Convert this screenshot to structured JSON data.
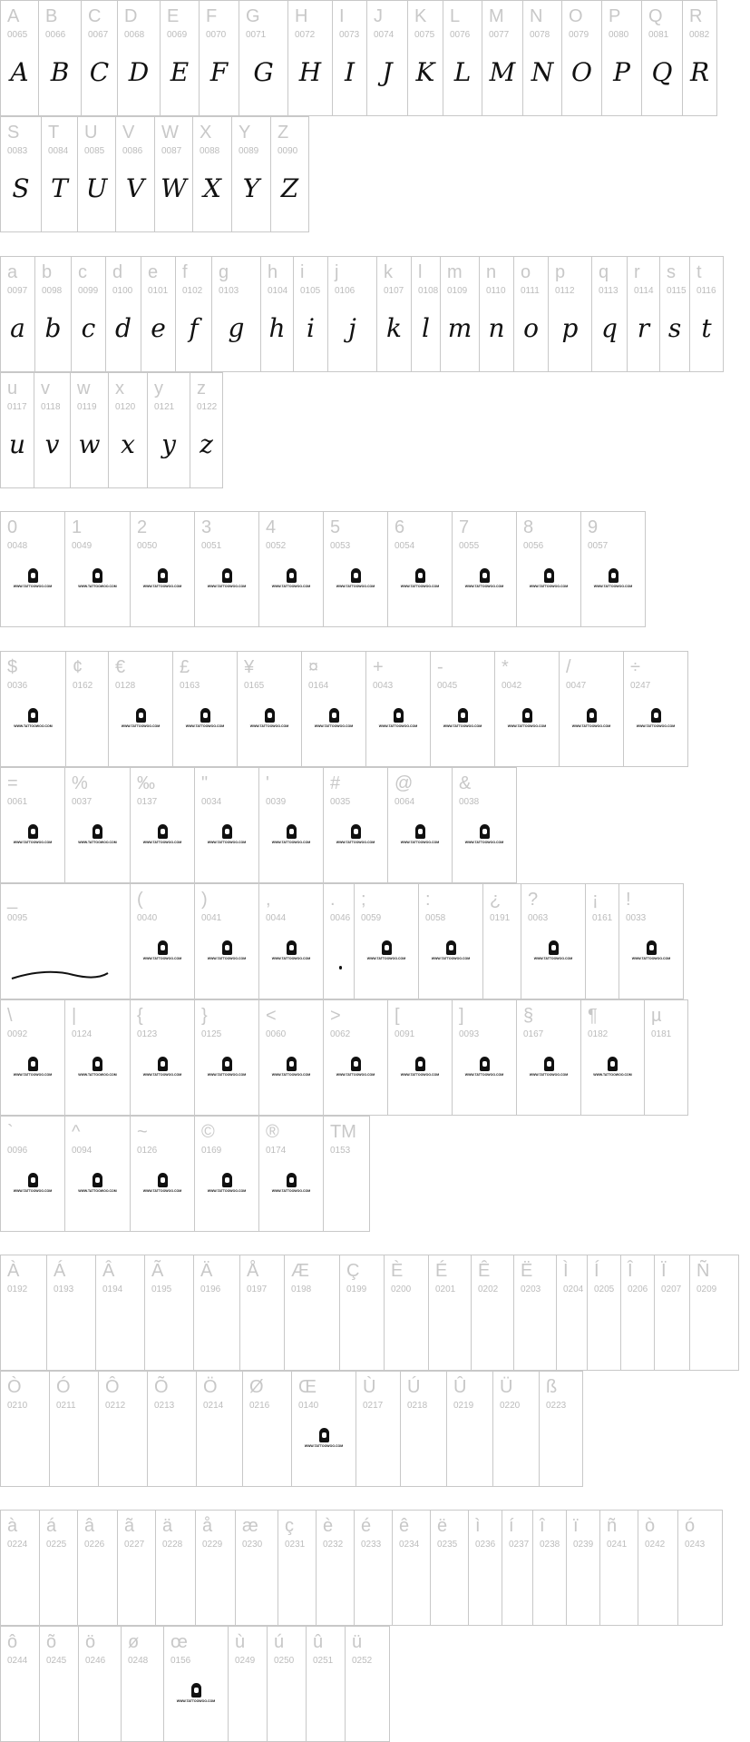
{
  "logo_text": "WWW.TATTOOWOO.COM",
  "groups": [
    {
      "rows": [
        {
          "cells": [
            {
              "c": "A",
              "n": "0065",
              "g": "letter"
            },
            {
              "c": "B",
              "n": "0066",
              "g": "letter"
            },
            {
              "c": "C",
              "n": "0067",
              "g": "letter"
            },
            {
              "c": "D",
              "n": "0068",
              "g": "letter"
            },
            {
              "c": "E",
              "n": "0069",
              "g": "letter"
            },
            {
              "c": "F",
              "n": "0070",
              "g": "letter"
            },
            {
              "c": "G",
              "n": "0071",
              "g": "letter"
            },
            {
              "c": "H",
              "n": "0072",
              "g": "letter"
            },
            {
              "c": "I",
              "n": "0073",
              "g": "letter"
            },
            {
              "c": "J",
              "n": "0074",
              "g": "letter"
            },
            {
              "c": "K",
              "n": "0075",
              "g": "letter"
            },
            {
              "c": "L",
              "n": "0076",
              "g": "letter"
            },
            {
              "c": "M",
              "n": "0077",
              "g": "letter"
            },
            {
              "c": "N",
              "n": "0078",
              "g": "letter"
            },
            {
              "c": "O",
              "n": "0079",
              "g": "letter"
            },
            {
              "c": "P",
              "n": "0080",
              "g": "letter"
            },
            {
              "c": "Q",
              "n": "0081",
              "g": "letter"
            },
            {
              "c": "R",
              "n": "0082",
              "g": "letter"
            }
          ]
        },
        {
          "cells": [
            {
              "c": "S",
              "n": "0083",
              "g": "letter"
            },
            {
              "c": "T",
              "n": "0084",
              "g": "letter"
            },
            {
              "c": "U",
              "n": "0085",
              "g": "letter"
            },
            {
              "c": "V",
              "n": "0086",
              "g": "letter"
            },
            {
              "c": "W",
              "n": "0087",
              "g": "letter"
            },
            {
              "c": "X",
              "n": "0088",
              "g": "letter"
            },
            {
              "c": "Y",
              "n": "0089",
              "g": "letter"
            },
            {
              "c": "Z",
              "n": "0090",
              "g": "letter"
            }
          ]
        }
      ]
    },
    {
      "rows": [
        {
          "cells": [
            {
              "c": "a",
              "n": "0097",
              "g": "letter"
            },
            {
              "c": "b",
              "n": "0098",
              "g": "letter"
            },
            {
              "c": "c",
              "n": "0099",
              "g": "letter"
            },
            {
              "c": "d",
              "n": "0100",
              "g": "letter"
            },
            {
              "c": "e",
              "n": "0101",
              "g": "letter"
            },
            {
              "c": "f",
              "n": "0102",
              "g": "letter"
            },
            {
              "c": "g",
              "n": "0103",
              "g": "letter"
            },
            {
              "c": "h",
              "n": "0104",
              "g": "letter"
            },
            {
              "c": "i",
              "n": "0105",
              "g": "letter"
            },
            {
              "c": "j",
              "n": "0106",
              "g": "letter"
            },
            {
              "c": "k",
              "n": "0107",
              "g": "letter"
            },
            {
              "c": "l",
              "n": "0108",
              "g": "letter"
            },
            {
              "c": "m",
              "n": "0109",
              "g": "letter"
            },
            {
              "c": "n",
              "n": "0110",
              "g": "letter"
            },
            {
              "c": "o",
              "n": "0111",
              "g": "letter"
            },
            {
              "c": "p",
              "n": "0112",
              "g": "letter"
            },
            {
              "c": "q",
              "n": "0113",
              "g": "letter"
            },
            {
              "c": "r",
              "n": "0114",
              "g": "letter"
            },
            {
              "c": "s",
              "n": "0115",
              "g": "letter"
            },
            {
              "c": "t",
              "n": "0116",
              "g": "letter"
            }
          ]
        },
        {
          "cells": [
            {
              "c": "u",
              "n": "0117",
              "g": "letter"
            },
            {
              "c": "v",
              "n": "0118",
              "g": "letter"
            },
            {
              "c": "w",
              "n": "0119",
              "g": "letter"
            },
            {
              "c": "x",
              "n": "0120",
              "g": "letter"
            },
            {
              "c": "y",
              "n": "0121",
              "g": "letter"
            },
            {
              "c": "z",
              "n": "0122",
              "g": "letter"
            }
          ]
        }
      ]
    },
    {
      "rows": [
        {
          "cells": [
            {
              "c": "0",
              "n": "0048",
              "g": "logo"
            },
            {
              "c": "1",
              "n": "0049",
              "g": "logo"
            },
            {
              "c": "2",
              "n": "0050",
              "g": "logo"
            },
            {
              "c": "3",
              "n": "0051",
              "g": "logo"
            },
            {
              "c": "4",
              "n": "0052",
              "g": "logo"
            },
            {
              "c": "5",
              "n": "0053",
              "g": "logo"
            },
            {
              "c": "6",
              "n": "0054",
              "g": "logo"
            },
            {
              "c": "7",
              "n": "0055",
              "g": "logo"
            },
            {
              "c": "8",
              "n": "0056",
              "g": "logo"
            },
            {
              "c": "9",
              "n": "0057",
              "g": "logo"
            }
          ]
        }
      ]
    },
    {
      "rows": [
        {
          "cells": [
            {
              "c": "$",
              "n": "0036",
              "g": "logo"
            },
            {
              "c": "¢",
              "n": "0162",
              "g": "none"
            },
            {
              "c": "€",
              "n": "0128",
              "g": "logo"
            },
            {
              "c": "£",
              "n": "0163",
              "g": "logo"
            },
            {
              "c": "¥",
              "n": "0165",
              "g": "logo"
            },
            {
              "c": "¤",
              "n": "0164",
              "g": "logo"
            },
            {
              "c": "+",
              "n": "0043",
              "g": "logo"
            },
            {
              "c": "-",
              "n": "0045",
              "g": "logo"
            },
            {
              "c": "*",
              "n": "0042",
              "g": "logo"
            },
            {
              "c": "/",
              "n": "0047",
              "g": "logo"
            },
            {
              "c": "÷",
              "n": "0247",
              "g": "logo"
            }
          ]
        },
        {
          "cells": [
            {
              "c": "=",
              "n": "0061",
              "g": "logo"
            },
            {
              "c": "%",
              "n": "0037",
              "g": "logo"
            },
            {
              "c": "‰",
              "n": "0137",
              "g": "logo"
            },
            {
              "c": "\"",
              "n": "0034",
              "g": "logo"
            },
            {
              "c": "'",
              "n": "0039",
              "g": "logo"
            },
            {
              "c": "#",
              "n": "0035",
              "g": "logo"
            },
            {
              "c": "@",
              "n": "0064",
              "g": "logo"
            },
            {
              "c": "&",
              "n": "0038",
              "g": "logo"
            }
          ]
        },
        {
          "cells": [
            {
              "c": "_",
              "n": "0095",
              "g": "swash"
            },
            {
              "c": "(",
              "n": "0040",
              "g": "logo"
            },
            {
              "c": ")",
              "n": "0041",
              "g": "logo"
            },
            {
              "c": ",",
              "n": "0044",
              "g": "logo"
            },
            {
              "c": ".",
              "n": "0046",
              "g": "dot"
            },
            {
              "c": ";",
              "n": "0059",
              "g": "logo"
            },
            {
              "c": ":",
              "n": "0058",
              "g": "logo"
            },
            {
              "c": "¿",
              "n": "0191",
              "g": "none"
            },
            {
              "c": "?",
              "n": "0063",
              "g": "logo"
            },
            {
              "c": "¡",
              "n": "0161",
              "g": "none"
            },
            {
              "c": "!",
              "n": "0033",
              "g": "logo"
            }
          ]
        },
        {
          "cells": [
            {
              "c": "\\",
              "n": "0092",
              "g": "logo"
            },
            {
              "c": "|",
              "n": "0124",
              "g": "logo"
            },
            {
              "c": "{",
              "n": "0123",
              "g": "logo"
            },
            {
              "c": "}",
              "n": "0125",
              "g": "logo"
            },
            {
              "c": "<",
              "n": "0060",
              "g": "logo"
            },
            {
              "c": ">",
              "n": "0062",
              "g": "logo"
            },
            {
              "c": "[",
              "n": "0091",
              "g": "logo"
            },
            {
              "c": "]",
              "n": "0093",
              "g": "logo"
            },
            {
              "c": "§",
              "n": "0167",
              "g": "logo"
            },
            {
              "c": "¶",
              "n": "0182",
              "g": "logo"
            },
            {
              "c": "µ",
              "n": "0181",
              "g": "none"
            }
          ]
        },
        {
          "cells": [
            {
              "c": "`",
              "n": "0096",
              "g": "logo"
            },
            {
              "c": "^",
              "n": "0094",
              "g": "logo"
            },
            {
              "c": "~",
              "n": "0126",
              "g": "logo"
            },
            {
              "c": "©",
              "n": "0169",
              "g": "logo"
            },
            {
              "c": "®",
              "n": "0174",
              "g": "logo"
            },
            {
              "c": "TM",
              "n": "0153",
              "g": "none"
            }
          ]
        }
      ]
    },
    {
      "rows": [
        {
          "cells": [
            {
              "c": "À",
              "n": "0192",
              "g": "none"
            },
            {
              "c": "Á",
              "n": "0193",
              "g": "none"
            },
            {
              "c": "Â",
              "n": "0194",
              "g": "none"
            },
            {
              "c": "Ã",
              "n": "0195",
              "g": "none"
            },
            {
              "c": "Ä",
              "n": "0196",
              "g": "none"
            },
            {
              "c": "Å",
              "n": "0197",
              "g": "none"
            },
            {
              "c": "Æ",
              "n": "0198",
              "g": "none"
            },
            {
              "c": "Ç",
              "n": "0199",
              "g": "none"
            },
            {
              "c": "È",
              "n": "0200",
              "g": "none"
            },
            {
              "c": "É",
              "n": "0201",
              "g": "none"
            },
            {
              "c": "Ê",
              "n": "0202",
              "g": "none"
            },
            {
              "c": "Ë",
              "n": "0203",
              "g": "none"
            },
            {
              "c": "Ì",
              "n": "0204",
              "g": "none"
            },
            {
              "c": "Í",
              "n": "0205",
              "g": "none"
            },
            {
              "c": "Î",
              "n": "0206",
              "g": "none"
            },
            {
              "c": "Ï",
              "n": "0207",
              "g": "none"
            },
            {
              "c": "Ñ",
              "n": "0209",
              "g": "none"
            }
          ]
        },
        {
          "cells": [
            {
              "c": "Ò",
              "n": "0210",
              "g": "none"
            },
            {
              "c": "Ó",
              "n": "0211",
              "g": "none"
            },
            {
              "c": "Ô",
              "n": "0212",
              "g": "none"
            },
            {
              "c": "Õ",
              "n": "0213",
              "g": "none"
            },
            {
              "c": "Ö",
              "n": "0214",
              "g": "none"
            },
            {
              "c": "Ø",
              "n": "0216",
              "g": "none"
            },
            {
              "c": "Œ",
              "n": "0140",
              "g": "logo"
            },
            {
              "c": "Ù",
              "n": "0217",
              "g": "none"
            },
            {
              "c": "Ú",
              "n": "0218",
              "g": "none"
            },
            {
              "c": "Û",
              "n": "0219",
              "g": "none"
            },
            {
              "c": "Ü",
              "n": "0220",
              "g": "none"
            },
            {
              "c": "ß",
              "n": "0223",
              "g": "none"
            }
          ]
        }
      ]
    },
    {
      "rows": [
        {
          "cells": [
            {
              "c": "à",
              "n": "0224",
              "g": "none"
            },
            {
              "c": "á",
              "n": "0225",
              "g": "none"
            },
            {
              "c": "â",
              "n": "0226",
              "g": "none"
            },
            {
              "c": "ã",
              "n": "0227",
              "g": "none"
            },
            {
              "c": "ä",
              "n": "0228",
              "g": "none"
            },
            {
              "c": "å",
              "n": "0229",
              "g": "none"
            },
            {
              "c": "æ",
              "n": "0230",
              "g": "none"
            },
            {
              "c": "ç",
              "n": "0231",
              "g": "none"
            },
            {
              "c": "è",
              "n": "0232",
              "g": "none"
            },
            {
              "c": "é",
              "n": "0233",
              "g": "none"
            },
            {
              "c": "ê",
              "n": "0234",
              "g": "none"
            },
            {
              "c": "ë",
              "n": "0235",
              "g": "none"
            },
            {
              "c": "ì",
              "n": "0236",
              "g": "none"
            },
            {
              "c": "í",
              "n": "0237",
              "g": "none"
            },
            {
              "c": "î",
              "n": "0238",
              "g": "none"
            },
            {
              "c": "ï",
              "n": "0239",
              "g": "none"
            },
            {
              "c": "ñ",
              "n": "0241",
              "g": "none"
            },
            {
              "c": "ò",
              "n": "0242",
              "g": "none"
            },
            {
              "c": "ó",
              "n": "0243",
              "g": "none"
            }
          ]
        },
        {
          "cells": [
            {
              "c": "ô",
              "n": "0244",
              "g": "none"
            },
            {
              "c": "õ",
              "n": "0245",
              "g": "none"
            },
            {
              "c": "ö",
              "n": "0246",
              "g": "none"
            },
            {
              "c": "ø",
              "n": "0248",
              "g": "none"
            },
            {
              "c": "œ",
              "n": "0156",
              "g": "logo"
            },
            {
              "c": "ù",
              "n": "0249",
              "g": "none"
            },
            {
              "c": "ú",
              "n": "0250",
              "g": "none"
            },
            {
              "c": "û",
              "n": "0251",
              "g": "none"
            },
            {
              "c": "ü",
              "n": "0252",
              "g": "none"
            }
          ]
        }
      ]
    }
  ]
}
